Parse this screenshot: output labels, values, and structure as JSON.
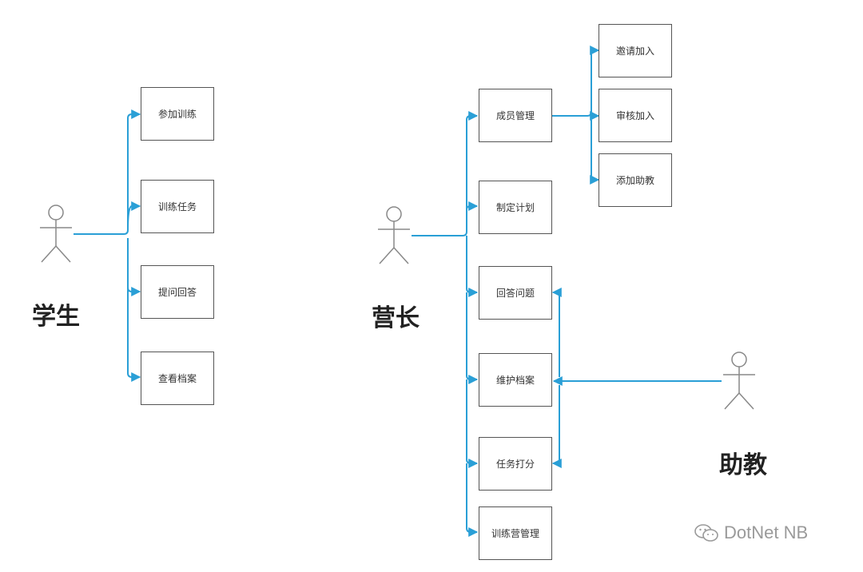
{
  "actors": {
    "student": "学生",
    "camp_leader": "营长",
    "assistant": "助教"
  },
  "student_actions": [
    "参加训练",
    "训练任务",
    "提问回答",
    "查看档案"
  ],
  "leader_actions": [
    "成员管理",
    "制定计划",
    "回答问题",
    "维护档案",
    "任务打分",
    "训练营管理"
  ],
  "member_management_actions": [
    "邀请加入",
    "审核加入",
    "添加助教"
  ],
  "watermark": {
    "text": "DotNet NB",
    "icon": "wechat-icon"
  },
  "colors": {
    "connector": "#2a9fd6",
    "box_border": "#555555",
    "actor_stroke": "#888888"
  }
}
